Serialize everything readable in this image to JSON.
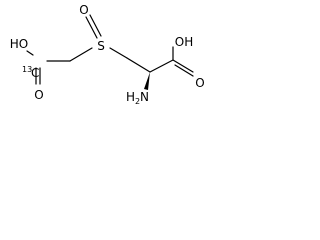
{
  "structure": {
    "atoms": {
      "oxygen_sulfoxide": "O",
      "sulfur": "S",
      "hydroxyl_left": "HO",
      "carbonyl_oxygen_left": "O",
      "isotope_mass": "13",
      "isotope_element": "C",
      "hydroxyl_right": "OH",
      "carbonyl_oxygen_right": "O",
      "amine_h": "H",
      "amine_subscript": "2",
      "amine_n": "N"
    }
  }
}
